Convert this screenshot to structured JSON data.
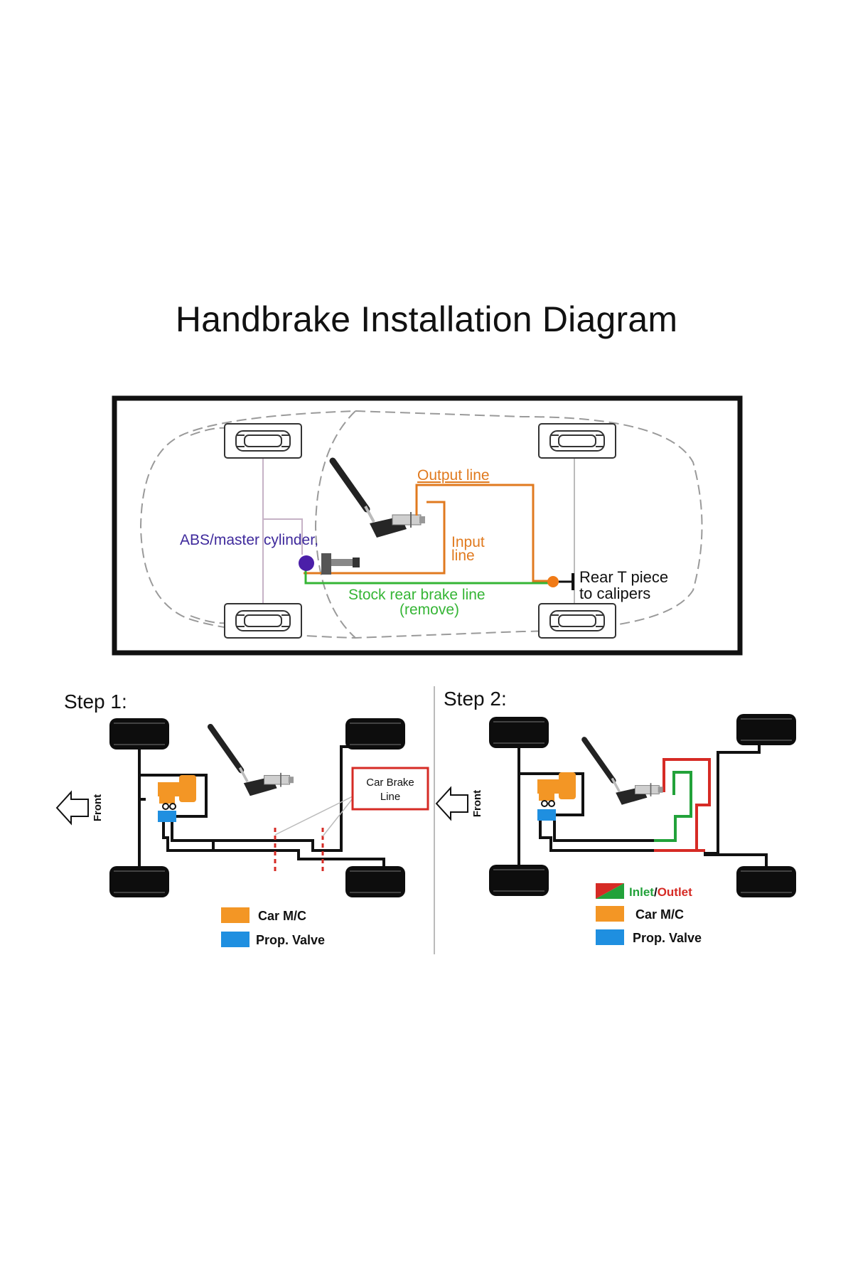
{
  "title": "Handbrake Installation Diagram",
  "overview": {
    "labels": {
      "output_line": "Output line",
      "input_line_1": "Input",
      "input_line_2": "line",
      "abs_master": "ABS/master cylinder,",
      "stock_line_1": "Stock rear brake line",
      "stock_line_2": "(remove)",
      "rear_t_1": "Rear T piece",
      "rear_t_2": "to calipers"
    },
    "colors": {
      "output": "#e07a1f",
      "input": "#e07a1f",
      "stock": "#35b535",
      "abs": "#4b1fa8",
      "abs_text": "#3f2a9c"
    }
  },
  "step1": {
    "heading": "Step 1:",
    "front": "Front",
    "callout_1": "Car Brake",
    "callout_2": "Line",
    "legend": [
      {
        "label": "Car M/C",
        "color": "#f39625"
      },
      {
        "label": "Prop. Valve",
        "color": "#1f8fe0"
      }
    ]
  },
  "step2": {
    "heading": "Step 2:",
    "front": "Front",
    "legend_inlet": "Inlet",
    "legend_sep": "/",
    "legend_outlet": "Outlet",
    "legend": [
      {
        "label": "Car M/C",
        "color": "#f39625"
      },
      {
        "label": "Prop. Valve",
        "color": "#1f8fe0"
      }
    ],
    "colors": {
      "inlet": "#22a23a",
      "outlet": "#d62b25"
    }
  }
}
